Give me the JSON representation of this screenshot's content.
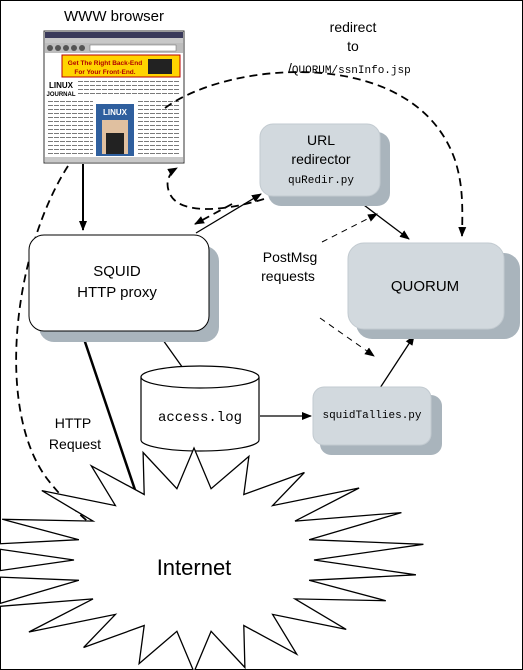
{
  "browser": {
    "label": "WWW browser",
    "screenshot": {
      "ad_line1": "Get The Right Back-End",
      "ad_line2": "For Your Front-End.",
      "logo_line1": "LINUX",
      "logo_line2": "JOURNAL",
      "cover_word": "LINUX"
    }
  },
  "redirect_note": {
    "line1": "redirect",
    "line2": "to",
    "path_slash": "/",
    "path": "QUORUM/ssnInfo.jsp"
  },
  "url_redirector": {
    "line1": "URL",
    "line2": "redirector",
    "script": "quRedir.py"
  },
  "squid": {
    "line1": "SQUID",
    "line2": "HTTP proxy"
  },
  "quorum": {
    "label": "QUORUM"
  },
  "postmsg": {
    "line1": "PostMsg",
    "line2": "requests"
  },
  "access_log": {
    "label": "access.log"
  },
  "squid_tallies": {
    "label": "squidTallies.py"
  },
  "http_request": {
    "line1": "HTTP",
    "line2": "Request"
  },
  "internet": {
    "label": "Internet"
  },
  "colors": {
    "node_fill": "#d2d9de",
    "node_shadow": "#a9b4bc",
    "line": "#000000"
  }
}
